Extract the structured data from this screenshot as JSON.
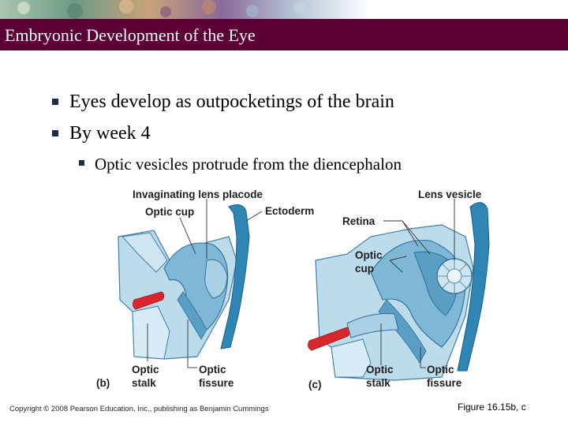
{
  "slide": {
    "title": "Embryonic Development of the Eye",
    "bullets": [
      "Eyes develop as outpocketings of the brain",
      "By week 4"
    ],
    "sub_bullets": [
      "Optic vesicles protrude from the diencephalon"
    ]
  },
  "figure": {
    "panel_b": {
      "tag": "(b)",
      "labels": {
        "invaginating_lens_placode": "Invaginating lens placode",
        "optic_cup": "Optic cup",
        "ectoderm": "Ectoderm",
        "optic_stalk_line1": "Optic",
        "optic_stalk_line2": "stalk",
        "optic_fissure_line1": "Optic",
        "optic_fissure_line2": "fissure"
      }
    },
    "panel_c": {
      "tag": "(c)",
      "labels": {
        "lens_vesicle": "Lens vesicle",
        "retina": "Retina",
        "optic_cup_line1": "Optic",
        "optic_cup_line2": "cup",
        "optic_stalk_line1": "Optic",
        "optic_stalk_line2": "stalk",
        "optic_fissure_line1": "Optic",
        "optic_fissure_line2": "fissure"
      }
    }
  },
  "footer": {
    "copyright": "Copyright © 2008 Pearson Education, Inc., publishing as Benjamin Cummings",
    "figure_ref": "Figure 16.15b, c"
  },
  "colors": {
    "title_bar": "#5c0035",
    "tissue_light": "#bcdcec",
    "tissue_mid": "#7fb8d6",
    "tissue_dark": "#2f86b5",
    "stalk_red": "#d9272b"
  }
}
